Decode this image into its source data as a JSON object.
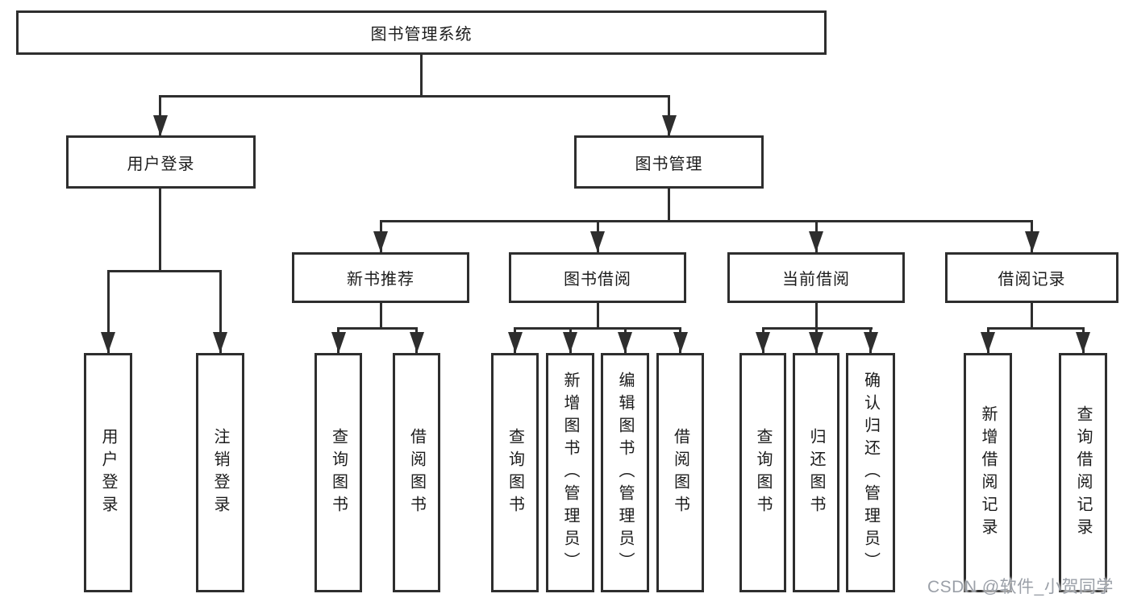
{
  "diagram": {
    "root": "图书管理系统",
    "level2": [
      {
        "label": "用户登录"
      },
      {
        "label": "图书管理"
      }
    ],
    "level3": [
      {
        "label": "新书推荐"
      },
      {
        "label": "图书借阅"
      },
      {
        "label": "当前借阅"
      },
      {
        "label": "借阅记录"
      }
    ],
    "leaves": [
      {
        "label": "用户登录"
      },
      {
        "label": "注销登录"
      },
      {
        "label": "查询图书"
      },
      {
        "label": "借阅图书"
      },
      {
        "label": "查询图书"
      },
      {
        "label": "新增图书（管理员）"
      },
      {
        "label": "编辑图书（管理员）"
      },
      {
        "label": "借阅图书"
      },
      {
        "label": "查询图书"
      },
      {
        "label": "归还图书"
      },
      {
        "label": "确认归还（管理员）"
      },
      {
        "label": "新增借阅记录"
      },
      {
        "label": "查询借阅记录"
      }
    ]
  },
  "watermark": "CSDN @软件_小贺同学",
  "colors": {
    "line": "#2e2e2e",
    "text": "#1c1c1c",
    "watermark": "#9ba0a8"
  }
}
